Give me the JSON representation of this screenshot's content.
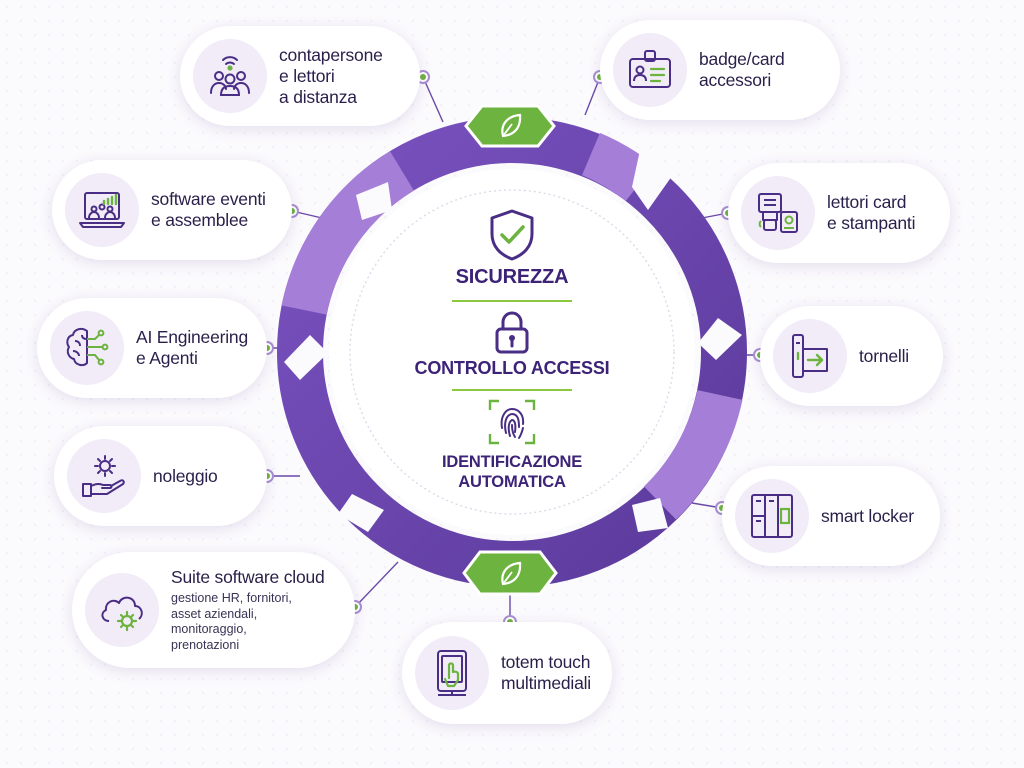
{
  "center": {
    "title_1": "SICUREZZA",
    "title_2": "CONTROLLO ACCESSI",
    "title_3": "IDENTIFICAZIONE\nAUTOMATICA",
    "icons": [
      "shield-check-icon",
      "padlock-icon",
      "fingerprint-icon"
    ]
  },
  "cards": {
    "contapersone": {
      "label": "contapersone\ne lettori\na distanza",
      "icon": "people-counter-icon"
    },
    "software_eventi": {
      "label": "software eventi\ne assemblee",
      "icon": "laptop-audience-icon"
    },
    "ai_engineering": {
      "label": "AI Engineering\ne Agenti",
      "icon": "brain-circuit-icon"
    },
    "noleggio": {
      "label": "noleggio",
      "icon": "hand-gear-icon"
    },
    "suite_cloud": {
      "label": "Suite software cloud",
      "sub": "gestione HR, fornitori,\nasset aziendali,\nmonitoraggio,\nprenotazioni",
      "icon": "cloud-gear-icon"
    },
    "badge_card": {
      "label": "badge/card\naccessori",
      "icon": "id-badge-icon"
    },
    "lettori_card": {
      "label": "lettori card\ne stampanti",
      "icon": "card-printer-icon"
    },
    "tornelli": {
      "label": "tornelli",
      "icon": "turnstile-icon"
    },
    "smart_locker": {
      "label": "smart locker",
      "icon": "locker-icon"
    },
    "totem_touch": {
      "label": "totem touch\nmultimediali",
      "icon": "touch-kiosk-icon"
    }
  },
  "colors": {
    "purple_dark": "#5b3a9b",
    "purple_light": "#a57ed8",
    "green_accent": "#6db33f",
    "text": "#2a1f4a"
  }
}
